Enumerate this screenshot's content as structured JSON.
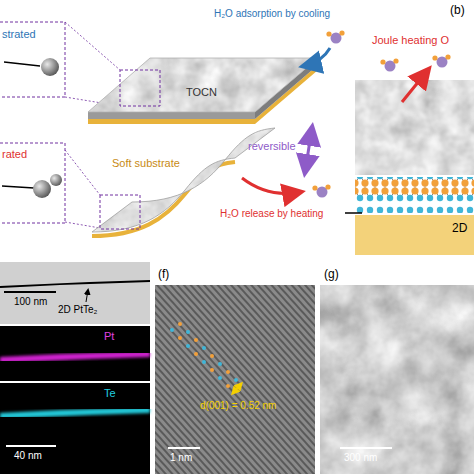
{
  "diagram": {
    "labels": [
      "strated",
      "H₂O adsorption by cooling",
      "TOCN",
      "reversible",
      "rated",
      "Soft substrate",
      "H₂O release by heating",
      "(b)",
      "Joule heating O",
      "2D",
      "100 nm",
      "2D PtTe₂",
      "Pt",
      "Te",
      "40 nm",
      "(f)",
      "d(001) = 0.52 nm",
      "1 nm",
      "(g)",
      "300 nm"
    ]
  }
}
